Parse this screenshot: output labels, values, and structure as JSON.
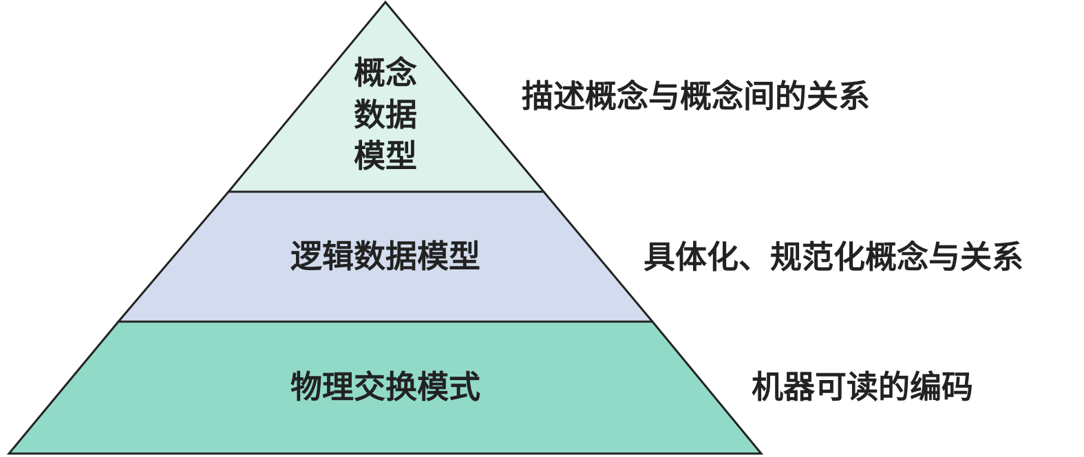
{
  "pyramid": {
    "tiers": [
      {
        "label_lines": [
          "概念",
          "数据",
          "模型"
        ],
        "description": "描述概念与概念间的关系",
        "fill": "#dcf2ea"
      },
      {
        "label_lines": [
          "逻辑数据模型"
        ],
        "description": "具体化、规范化概念与关系",
        "fill": "#d2dcee"
      },
      {
        "label_lines": [
          "物理交换模式"
        ],
        "description": "机器可读的编码",
        "fill": "#92dac8"
      }
    ],
    "stroke_color": "#222222"
  }
}
